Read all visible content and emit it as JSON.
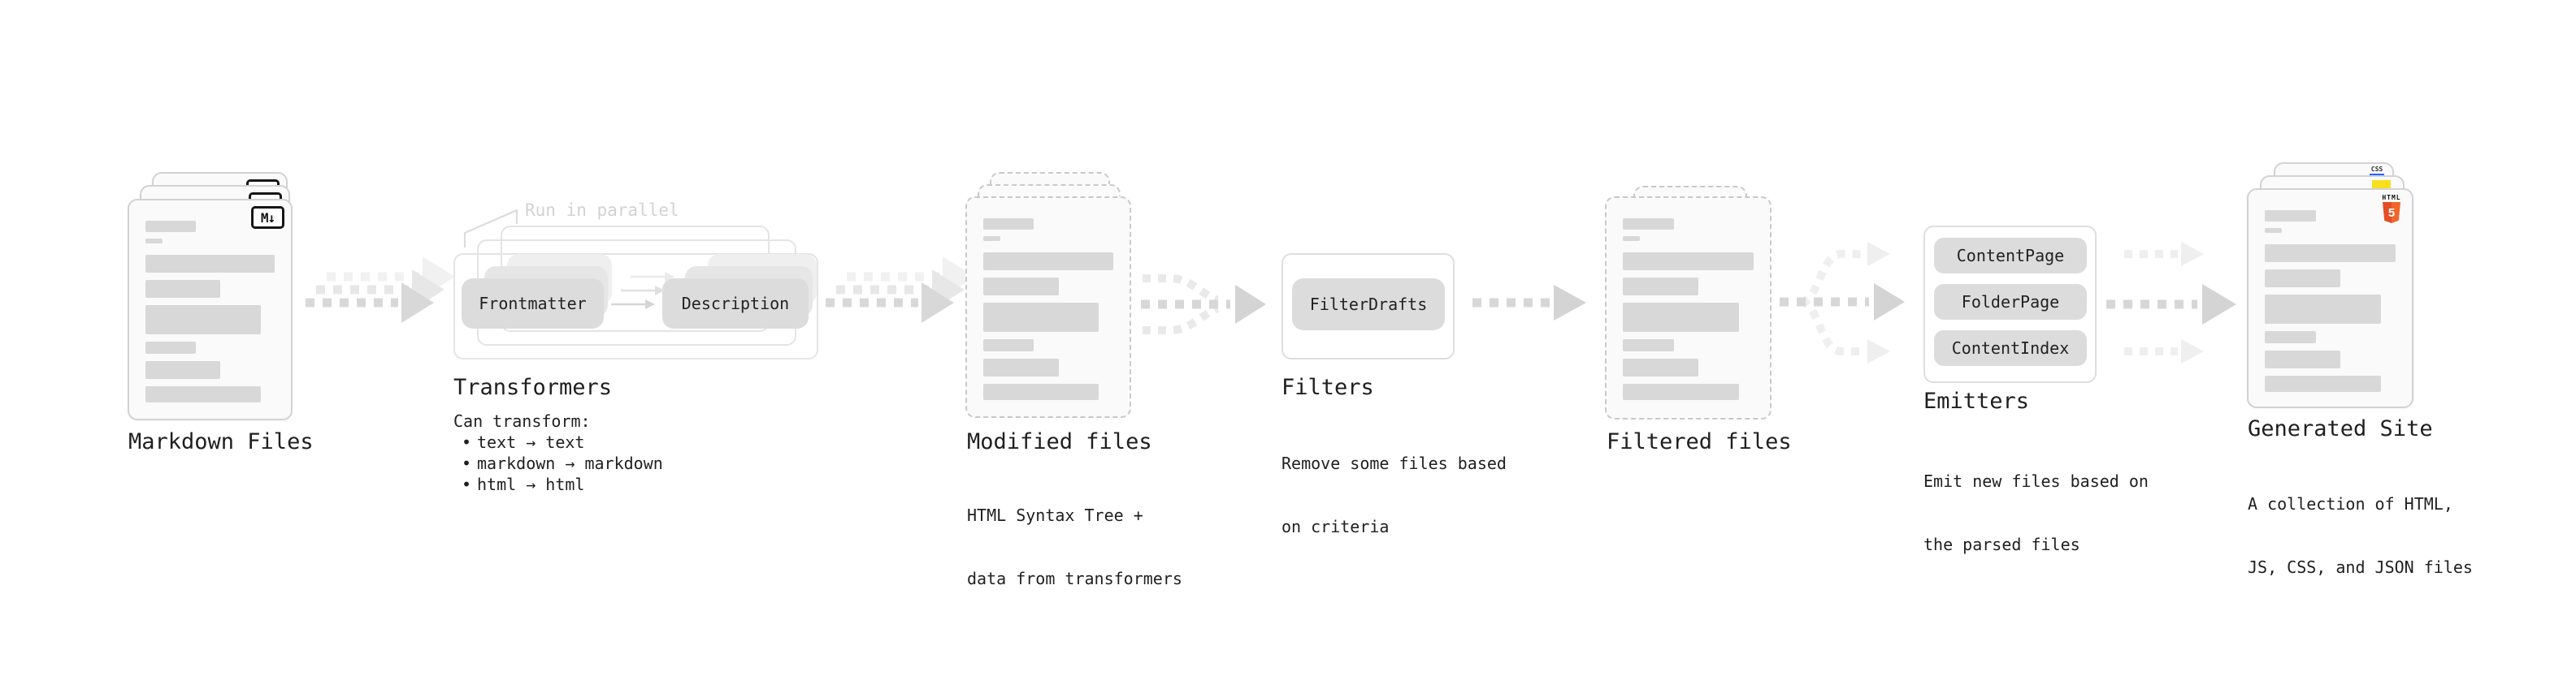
{
  "colors": {
    "accent_dark_text": "#1f1f1f",
    "skeleton_gray": "#d8d8d8",
    "annotation_gray": "#d2d2d2",
    "js_yellow": "#f7df1e",
    "css_blue": "#2962ff",
    "html5_orange": "#e44d26",
    "html5_orange_light": "#f16529"
  },
  "sections": {
    "markdown_files": {
      "label": "Markdown Files",
      "badge": "M↓"
    },
    "transformers": {
      "annotation": "Run in parallel",
      "pill_frontmatter": "Frontmatter",
      "pill_description": "Description",
      "heading": "Transformers",
      "subtitle": "Can transform:",
      "bullets": [
        "text → text",
        "markdown → markdown",
        "html → html"
      ]
    },
    "modified_files": {
      "label": "Modified files",
      "desc_line1": "HTML Syntax Tree +",
      "desc_line2": "data from transformers"
    },
    "filters": {
      "heading": "Filters",
      "pill": "FilterDrafts",
      "desc_line1": "Remove some files based",
      "desc_line2": "on criteria"
    },
    "filtered_files": {
      "label": "Filtered files"
    },
    "emitters": {
      "heading": "Emitters",
      "pills": [
        "ContentPage",
        "FolderPage",
        "ContentIndex"
      ],
      "desc_line1": "Emit new files based on",
      "desc_line2": "the parsed files"
    },
    "generated_site": {
      "label": "Generated Site",
      "desc_line1": "A collection of HTML,",
      "desc_line2": "JS, CSS, and JSON files",
      "css_badge": "CSS",
      "html_badge_word": "HTML",
      "html_badge_number": "5"
    }
  }
}
